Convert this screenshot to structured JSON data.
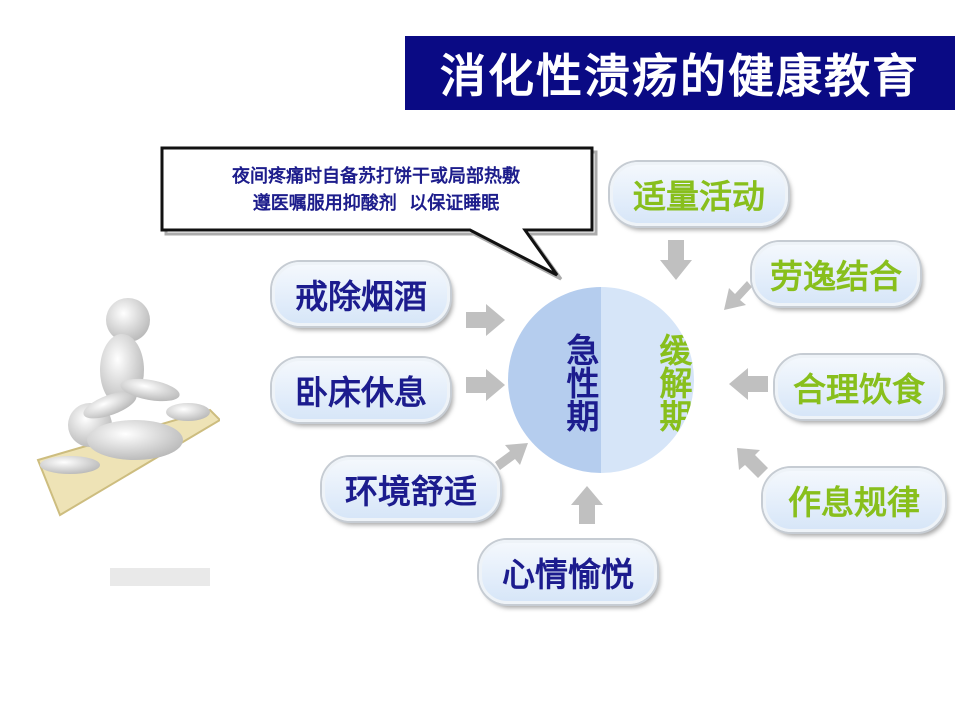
{
  "title": "消化性溃疡的健康教育",
  "callout": {
    "line1": "夜间疼痛时自备苏打饼干或局部热敷",
    "line2": "遵医嘱服用抑酸剂  以保证睡眠"
  },
  "center": {
    "acute": "急性期",
    "remission": "缓解期"
  },
  "acute_items": [
    "戒除烟酒",
    "卧床休息",
    "环境舒适",
    "心情愉悦"
  ],
  "remission_items": [
    "适量活动",
    "劳逸结合",
    "合理饮食",
    "作息规律"
  ],
  "colors": {
    "title_bg": "#0a0a84",
    "acute_text": "#1c1c8e",
    "remission_text": "#88bf1c",
    "circle_left": "#b5cdee",
    "circle_right": "#d6e5f8",
    "arrow": "#c0c0c0"
  }
}
